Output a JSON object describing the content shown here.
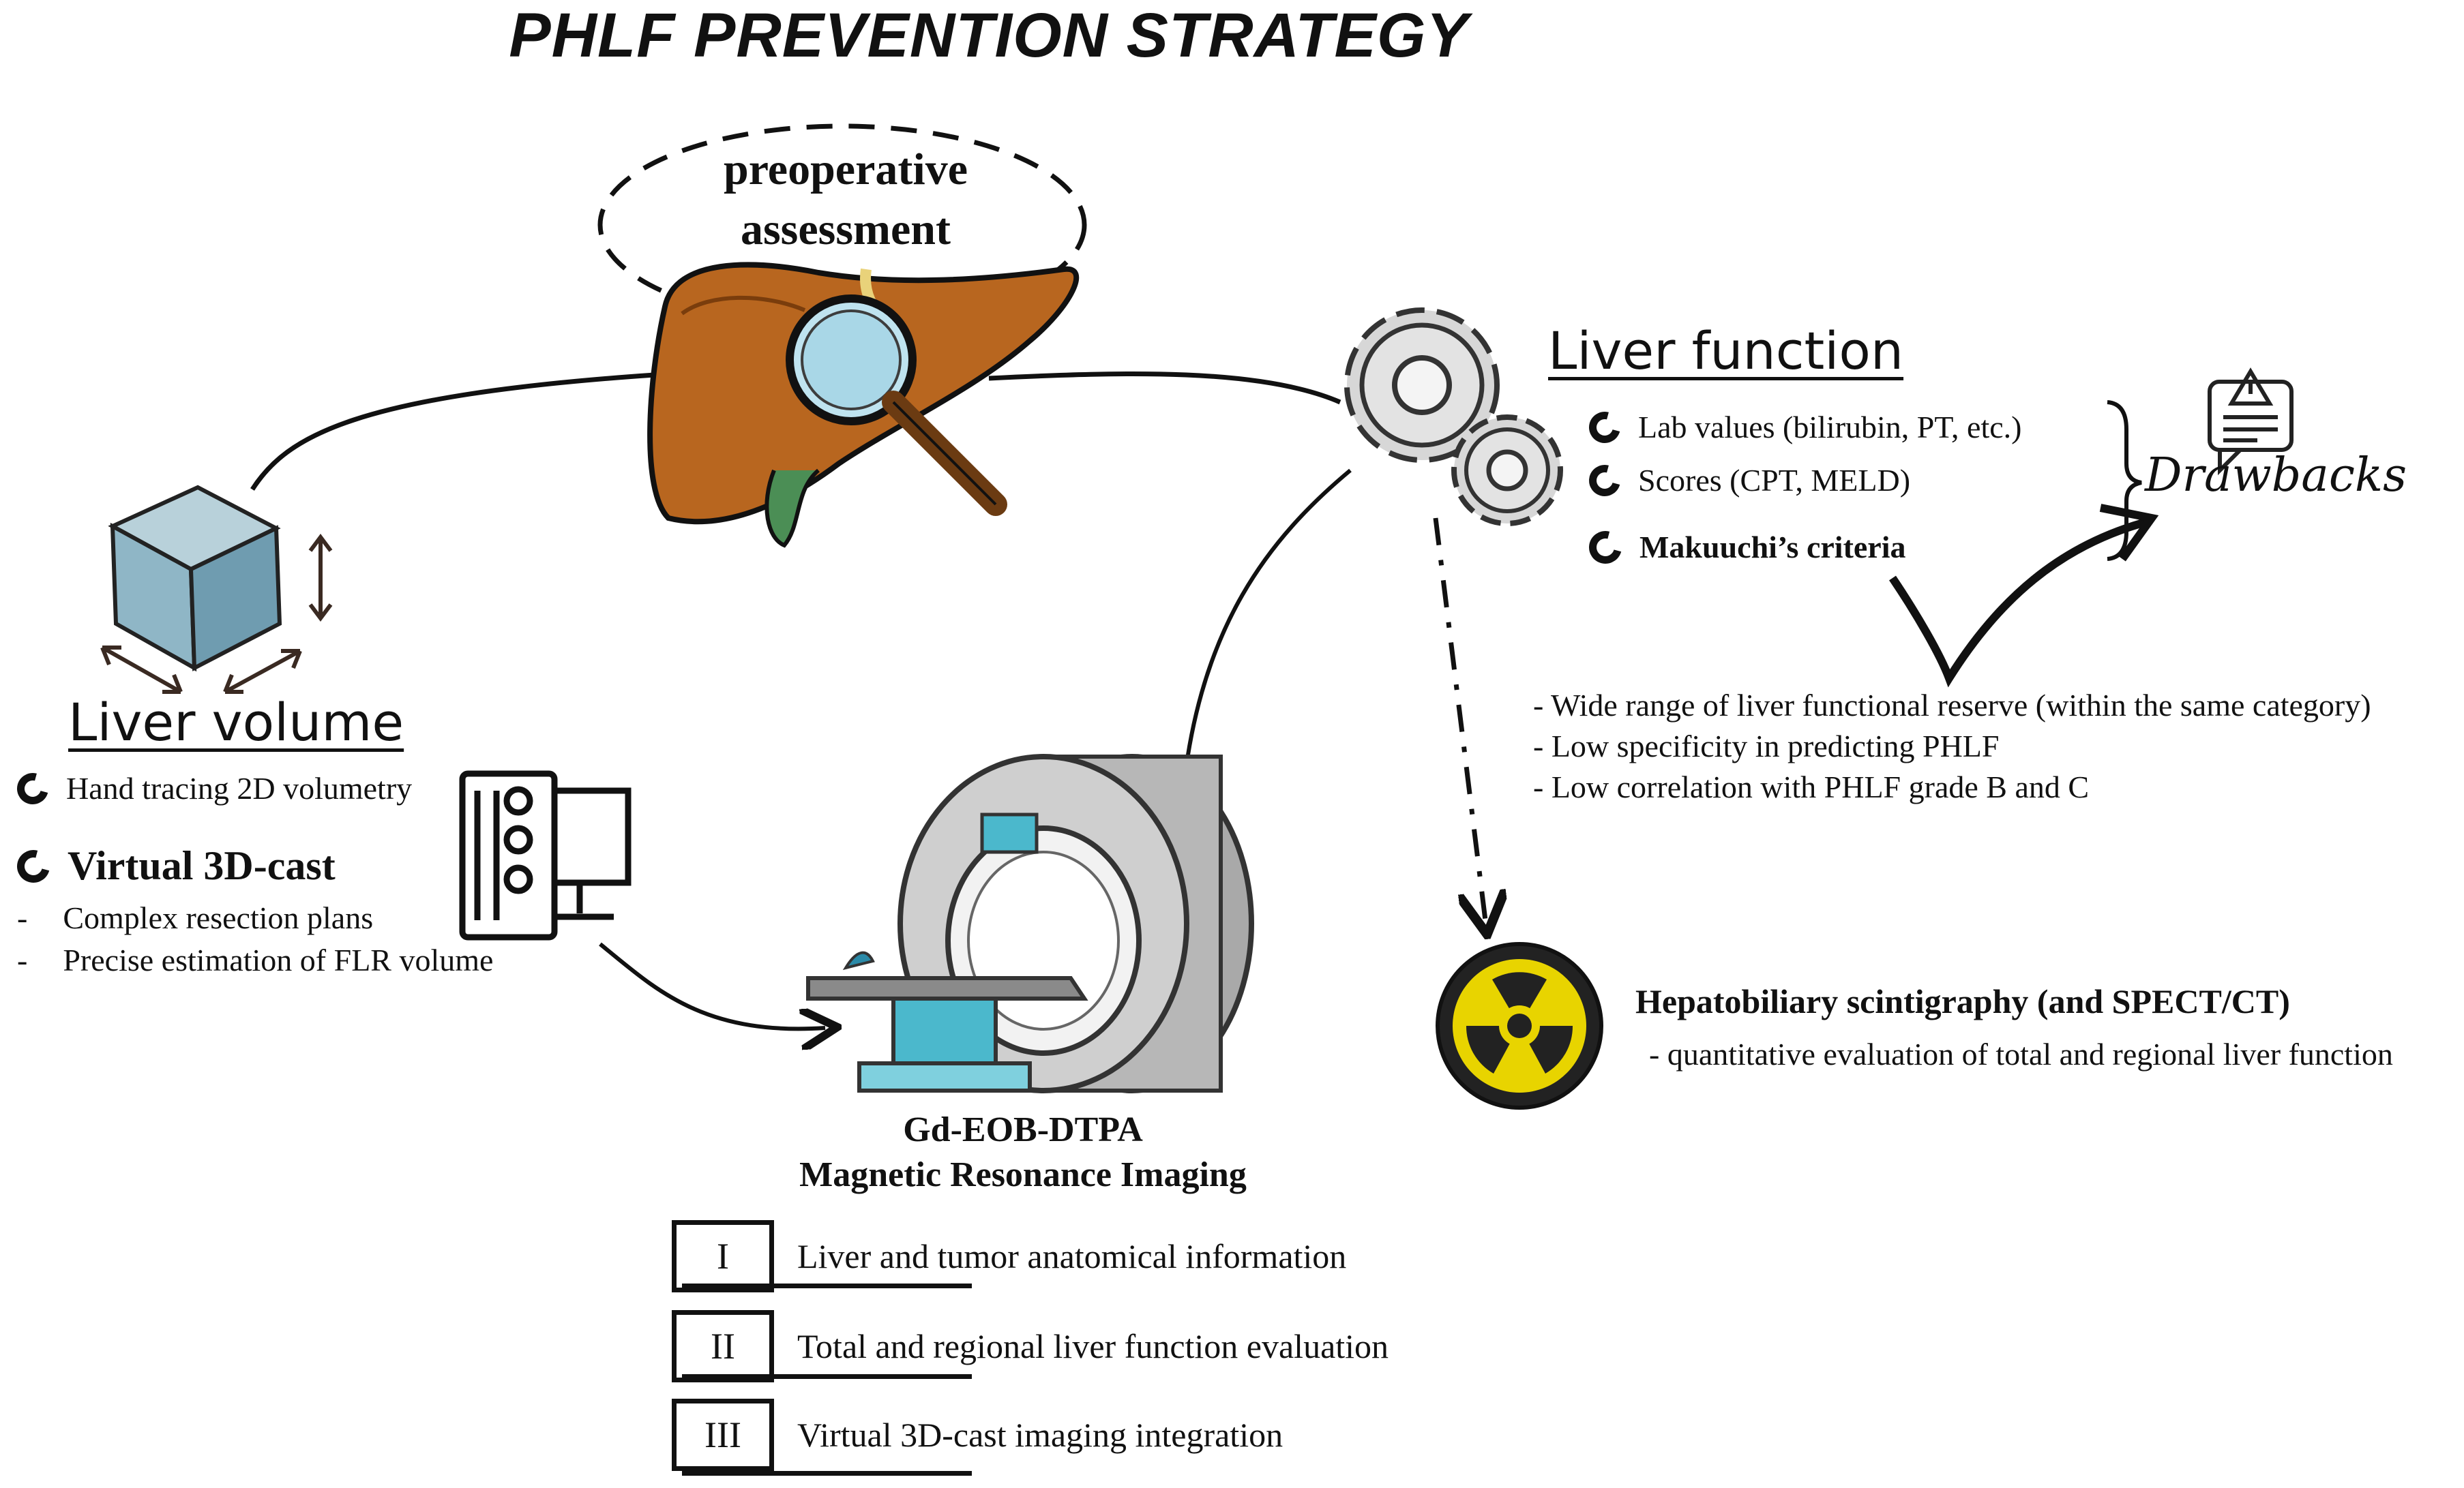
{
  "title": "PHLF PREVENTION STRATEGY",
  "center": {
    "label_line1": "preoperative",
    "label_line2": "assessment"
  },
  "liver_volume": {
    "heading": "Liver volume",
    "items": [
      {
        "text": "Hand tracing 2D volumetry",
        "bold": false
      },
      {
        "text": "Virtual 3D-cast",
        "bold": true
      }
    ],
    "details": [
      "Complex resection plans",
      "Precise estimation of FLR volume"
    ]
  },
  "liver_function": {
    "heading": "Liver function",
    "items": [
      {
        "text": "Lab values (bilirubin, PT, etc.)",
        "bold": false
      },
      {
        "text": "Scores (CPT, MELD)",
        "bold": false
      },
      {
        "text": "Makuuchi’s criteria",
        "bold": true
      }
    ],
    "drawbacks_label": "Drawbacks",
    "drawbacks": [
      "- Wide range of liver functional reserve (within the same category)",
      "- Low specificity in predicting PHLF",
      "- Low correlation with PHLF grade B and C"
    ]
  },
  "scintigraphy": {
    "title": "Hepatobiliary scintigraphy (and SPECT/CT)",
    "detail": "- quantitative evaluation of total and regional liver function"
  },
  "mri": {
    "title_line1": "Gd-EOB-DTPA",
    "title_line2": "Magnetic Resonance Imaging",
    "rows": [
      {
        "num": "I",
        "text": "Liver and tumor anatomical information"
      },
      {
        "num": "II",
        "text": "Total and regional liver function evaluation"
      },
      {
        "num": "III",
        "text": "Virtual 3D-cast imaging integration"
      }
    ]
  },
  "icons": {
    "liver": "liver-magnifier-icon",
    "cube": "cube-icon",
    "computer": "computer-icon",
    "gears": "gears-icon",
    "warning": "warning-message-icon",
    "mri": "mri-scanner-icon",
    "radiation": "radiation-icon"
  },
  "colors": {
    "liver": "#b8661f",
    "mri_accent": "#4bb8cc",
    "radiation": "#e8d400",
    "cube": "#8fb6c6"
  }
}
